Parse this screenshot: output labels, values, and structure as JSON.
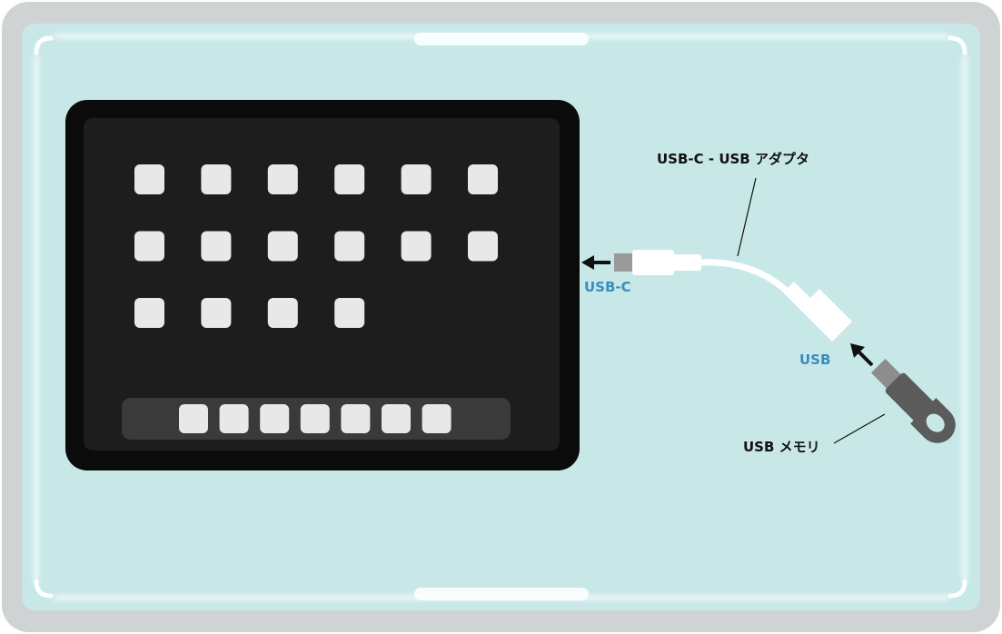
{
  "labels": {
    "adapter": "USB-C - USB アダプタ",
    "usb_c_port": "USB-C",
    "usb_port": "USB",
    "usb_memory": "USB メモリ"
  },
  "colors": {
    "frame": "#cfd3d3",
    "background": "#c8e8e8",
    "tablet_bezel": "#0b0b0b",
    "tablet_screen": "#1d1d1d",
    "dock": "#3a3a3a",
    "app_icon": "#e8e8e8",
    "cable": "#ffffff",
    "connector_metal": "#9a9a9a",
    "usb_memory_body": "#5b5b5b",
    "port_label": "#3a8bbf",
    "text": "#111111"
  },
  "icons": {
    "connection_arrow": "arrow-icon"
  },
  "tablet": {
    "app_rows": [
      6,
      6,
      4
    ],
    "dock_apps": 7
  }
}
